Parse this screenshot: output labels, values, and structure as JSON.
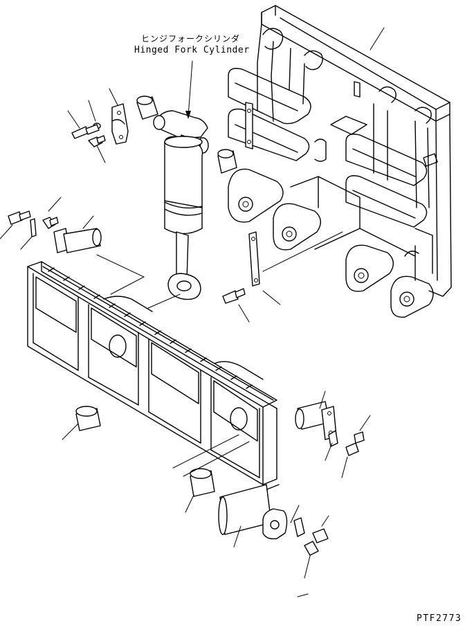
{
  "callout": {
    "label_jp": "ヒンジフォークシリンダ",
    "label_en": "Hinged Fork Cylinder"
  },
  "drawing_code": "PTF2773"
}
